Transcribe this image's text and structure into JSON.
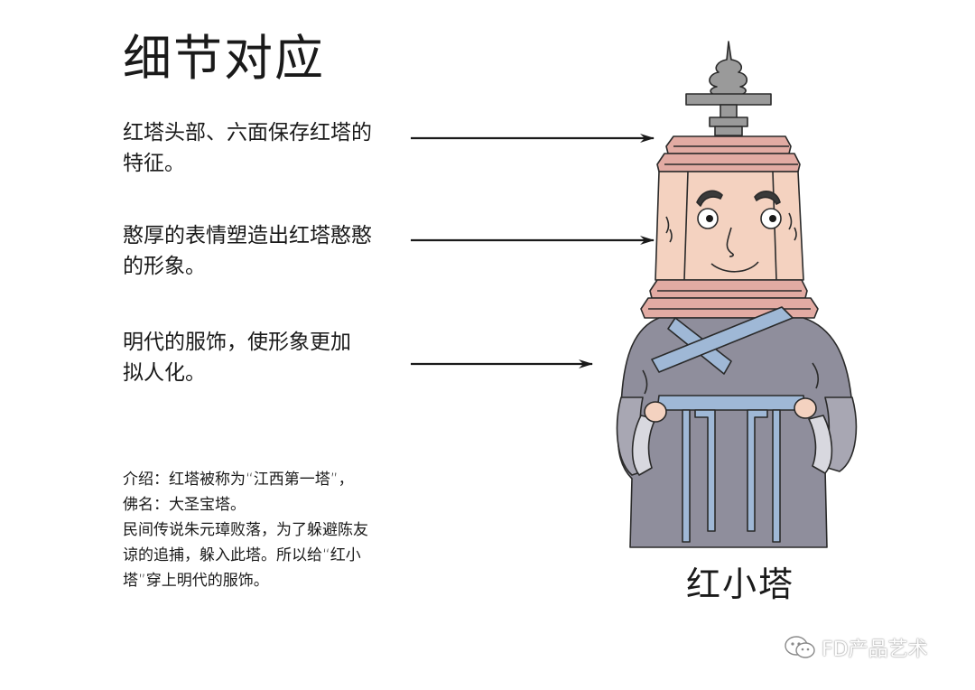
{
  "title": "细节对应",
  "notes": [
    {
      "lines": [
        "红塔头部、六面保存红塔的",
        "特征。"
      ]
    },
    {
      "lines": [
        "憨厚的表情塑造出红塔憨憨",
        "的形象。"
      ]
    },
    {
      "lines": [
        "明代的服饰，使形象更加",
        "拟人化。"
      ]
    }
  ],
  "intro": {
    "lines": [
      "介绍：红塔被称为“江西第一塔”，",
      "佛名：大圣宝塔。",
      "民间传说朱元璋败落，为了躲避陈友",
      "谅的追捕，躲入此塔。所以给“红小",
      "塔”穿上明代的服饰。"
    ]
  },
  "figure": {
    "caption": "红小塔",
    "icon": "pagoda-character-illustration"
  },
  "watermark": {
    "text": "FD产品艺术",
    "icon": "wechat-icon"
  },
  "colors": {
    "text": "#1a1a1a",
    "roof_pink": "#e2aba3",
    "face_skin": "#f4d2c0",
    "robe_gray": "#8f8e9c",
    "robe_light": "#a8a7b3",
    "trim_blue": "#9fb8d6",
    "finial_gray": "#9a9a9a"
  }
}
